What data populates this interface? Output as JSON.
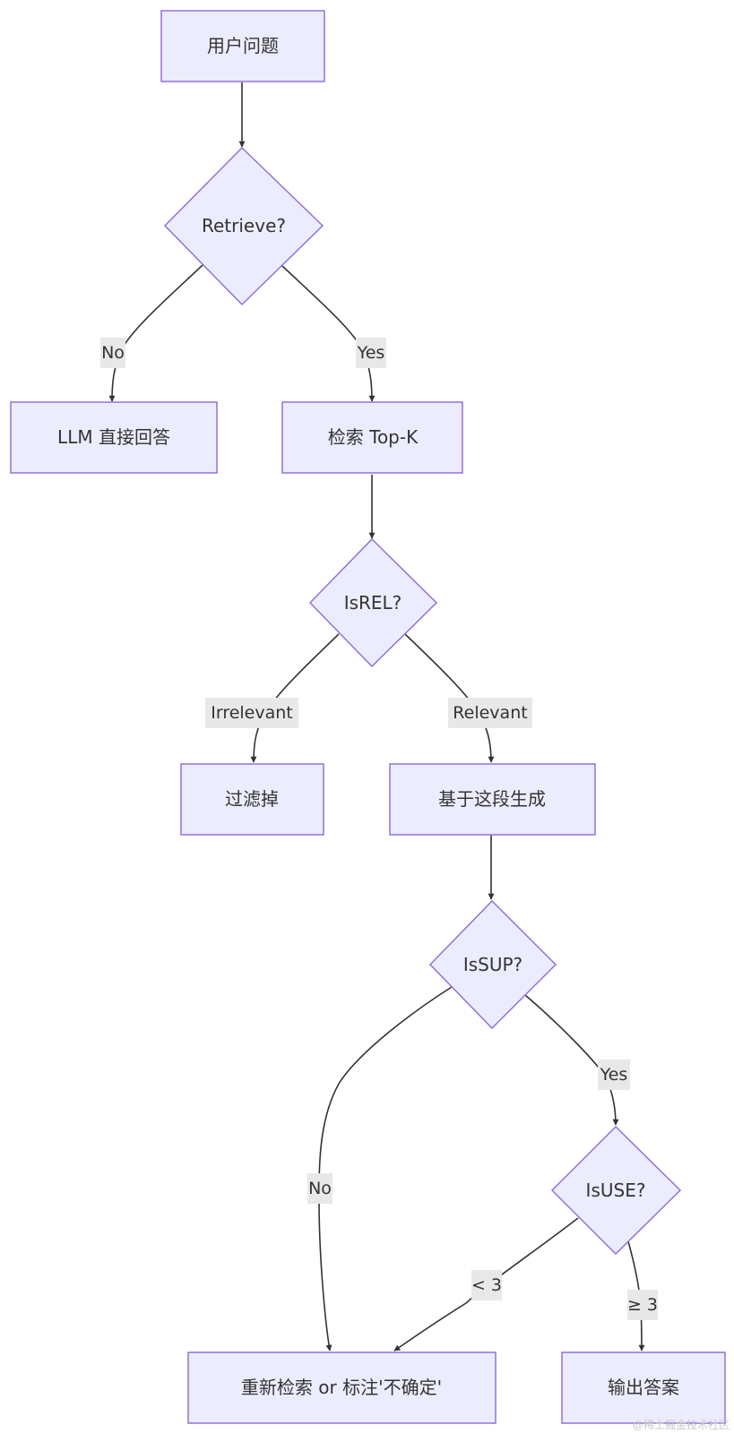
{
  "nodes": {
    "user_question": "用户问题",
    "retrieve": "Retrieve?",
    "llm_direct": "LLM 直接回答",
    "search_topk": "检索 Top-K",
    "isrel": "IsREL?",
    "filter_out": "过滤掉",
    "generate": "基于这段生成",
    "issup": "IsSUP?",
    "isuse": "IsUSE?",
    "retry": "重新检索 or 标注'不确定'",
    "output": "输出答案"
  },
  "edges": {
    "retrieve_no": "No",
    "retrieve_yes": "Yes",
    "isrel_irrelevant": "Irrelevant",
    "isrel_relevant": "Relevant",
    "issup_yes": "Yes",
    "issup_no": "No",
    "isuse_lt3": "< 3",
    "isuse_ge3": "≥ 3"
  },
  "colors": {
    "node_fill": "#ececff",
    "node_stroke": "#9370db",
    "edge": "#333333",
    "label_bg": "#e8e8e8"
  },
  "watermark": "@稀土掘金技术社区"
}
